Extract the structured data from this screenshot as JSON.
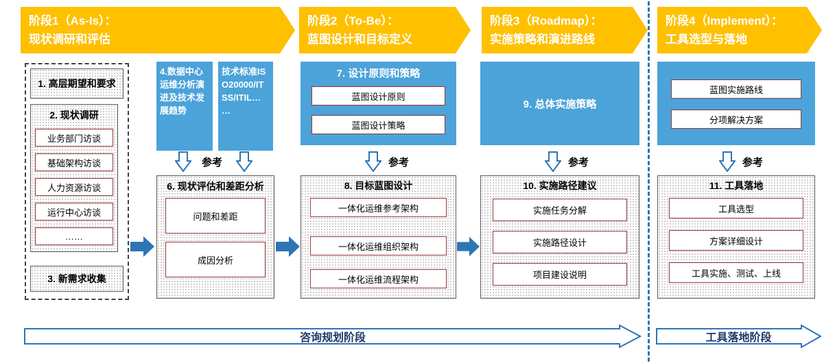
{
  "phases": [
    {
      "line1": "阶段1（As-Is）：",
      "line2": "现状调研和评估"
    },
    {
      "line1": "阶段2（To-Be）：",
      "line2": "蓝图设计和目标定义"
    },
    {
      "line1": "阶段3（Roadmap）：",
      "line2": "实施策略和演进路线"
    },
    {
      "line1": "阶段4（Implement）：",
      "line2": "工具选型与落地"
    }
  ],
  "asis": {
    "expectations": "1. 高层期望和要求",
    "survey_title": "2. 现状调研",
    "survey_items": [
      "业务部门访谈",
      "基础架构访谈",
      "人力资源访谈",
      "运行中心访谈",
      "……"
    ],
    "new_requirements": "3. 新需求收集"
  },
  "reference_inputs": {
    "trend": "4.数据中心运维分析演进及技术发展趋势",
    "standards": "技术标准ISO20000/ITSS/ITIL… …",
    "ref_label": "参考"
  },
  "assessment": {
    "title": "6. 现状评估和差距分析",
    "items": [
      "问题和差距",
      "成因分析"
    ]
  },
  "design_principles": {
    "title": "7. 设计原则和策略",
    "items": [
      "蓝图设计原则",
      "蓝图设计策略"
    ],
    "ref_label": "参考"
  },
  "blueprint": {
    "title": "8. 目标蓝图设计",
    "items": [
      "一体化运维参考架构",
      "一体化运维组织架构",
      "一体化运维流程架构"
    ]
  },
  "strategy": {
    "title": "9. 总体实施策略",
    "ref_label": "参考"
  },
  "roadmap": {
    "title": "10. 实施路径建议",
    "items": [
      "实施任务分解",
      "实施路径设计",
      "项目建设说明"
    ]
  },
  "implement_inputs": {
    "items": [
      "蓝图实施路线",
      "分项解决方案"
    ],
    "ref_label": "参考"
  },
  "tooling": {
    "title": "11. 工具落地",
    "items": [
      "工具选型",
      "方案详细设计",
      "工具实施、测试、上线"
    ]
  },
  "footer": {
    "consulting": "咨询规划阶段",
    "implementation": "工具落地阶段"
  },
  "colors": {
    "banner": "#FFC000",
    "blue_box": "#4BA3D9",
    "arrow_blue": "#2E75B6",
    "inner_border": "#953735"
  }
}
